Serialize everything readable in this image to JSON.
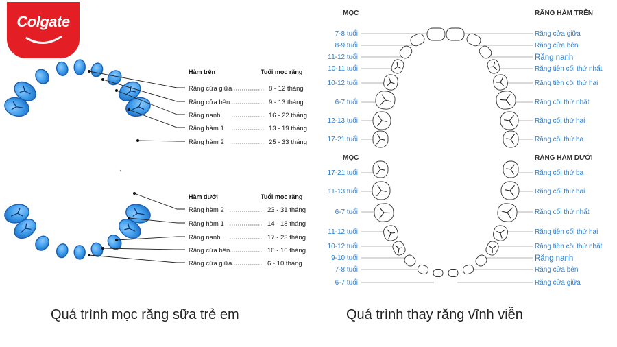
{
  "logo": {
    "text": "Colgate",
    "brand_color": "#e31e24"
  },
  "baby": {
    "upper": {
      "header_left": "Hàm trên",
      "header_right": "Tuổi mọc răng",
      "rows": [
        {
          "name": "Răng cửa giữa",
          "age": "8 - 12 tháng"
        },
        {
          "name": "Răng cửa bên",
          "age": "9 - 13 tháng"
        },
        {
          "name": "Răng nanh",
          "age": "16 - 22 tháng"
        },
        {
          "name": "Răng hàm 1",
          "age": "13 - 19 tháng"
        },
        {
          "name": "Răng hàm 2",
          "age": "25 - 33 tháng"
        }
      ]
    },
    "lower": {
      "header_left": "Hàm dưới",
      "header_right": "Tuổi mọc răng",
      "rows": [
        {
          "name": "Răng hàm 2",
          "age": "23 - 31 tháng"
        },
        {
          "name": "Răng hàm 1",
          "age": "14 - 18 tháng"
        },
        {
          "name": "Răng nanh",
          "age": "17 - 23 tháng"
        },
        {
          "name": "Răng cửa bên",
          "age": "10 - 16 tháng"
        },
        {
          "name": "Răng cửa giữa",
          "age": "6 - 10 tháng"
        }
      ]
    },
    "caption": "Quá trình mọc răng sữa trẻ em"
  },
  "permanent": {
    "upper": {
      "header_left": "MỌC",
      "header_right": "RĂNG HÀM TRÊN",
      "rows": [
        {
          "age": "7-8 tuổi",
          "name": "Răng cửa giữa"
        },
        {
          "age": "8-9 tuổi",
          "name": "Răng cửa bên"
        },
        {
          "age": "11-12 tuổi",
          "name": "Răng nanh"
        },
        {
          "age": "10-11 tuổi",
          "name": "Răng tiền cối thứ nhất"
        },
        {
          "age": "10-12 tuổi",
          "name": "Răng tiền cối thứ hai"
        },
        {
          "age": "6-7 tuổi",
          "name": "Răng cối thứ nhất"
        },
        {
          "age": "12-13 tuổi",
          "name": "Răng cối thứ hai"
        },
        {
          "age": "17-21 tuổi",
          "name": "Răng cối thứ ba"
        }
      ]
    },
    "lower": {
      "header_left": "MỌC",
      "header_right": "RĂNG HÀM DƯỚI",
      "rows": [
        {
          "age": "17-21 tuổi",
          "name": "Răng cối thứ ba"
        },
        {
          "age": "11-13 tuổi",
          "name": "Răng cối thứ hai"
        },
        {
          "age": "6-7 tuổi",
          "name": "Răng cối thứ nhất"
        },
        {
          "age": "11-12 tuổi",
          "name": "Răng tiền cối thứ hai"
        },
        {
          "age": "10-12 tuổi",
          "name": "Răng tiền cối thứ nhất"
        },
        {
          "age": "9-10 tuổi",
          "name": "Răng nanh"
        },
        {
          "age": "7-8 tuổi",
          "name": "Răng cửa bên"
        },
        {
          "age": "6-7 tuổi",
          "name": "Răng cửa giữa"
        }
      ]
    },
    "caption": "Quá trình thay răng vĩnh viễn"
  },
  "colors": {
    "tooth_fill": "#3d9be9",
    "tooth_stroke": "#1b5fae",
    "label_blue": "#2a7fd0",
    "line_gray": "#999999"
  }
}
